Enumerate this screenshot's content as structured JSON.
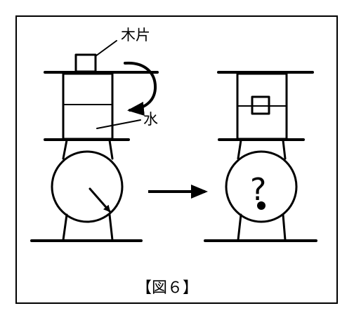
{
  "labels": {
    "wood_piece": "木片",
    "water": "水",
    "question_mark": "?"
  },
  "caption": {
    "text": "【図６】"
  },
  "colors": {
    "ink": "#000000",
    "background": "#ffffff"
  }
}
